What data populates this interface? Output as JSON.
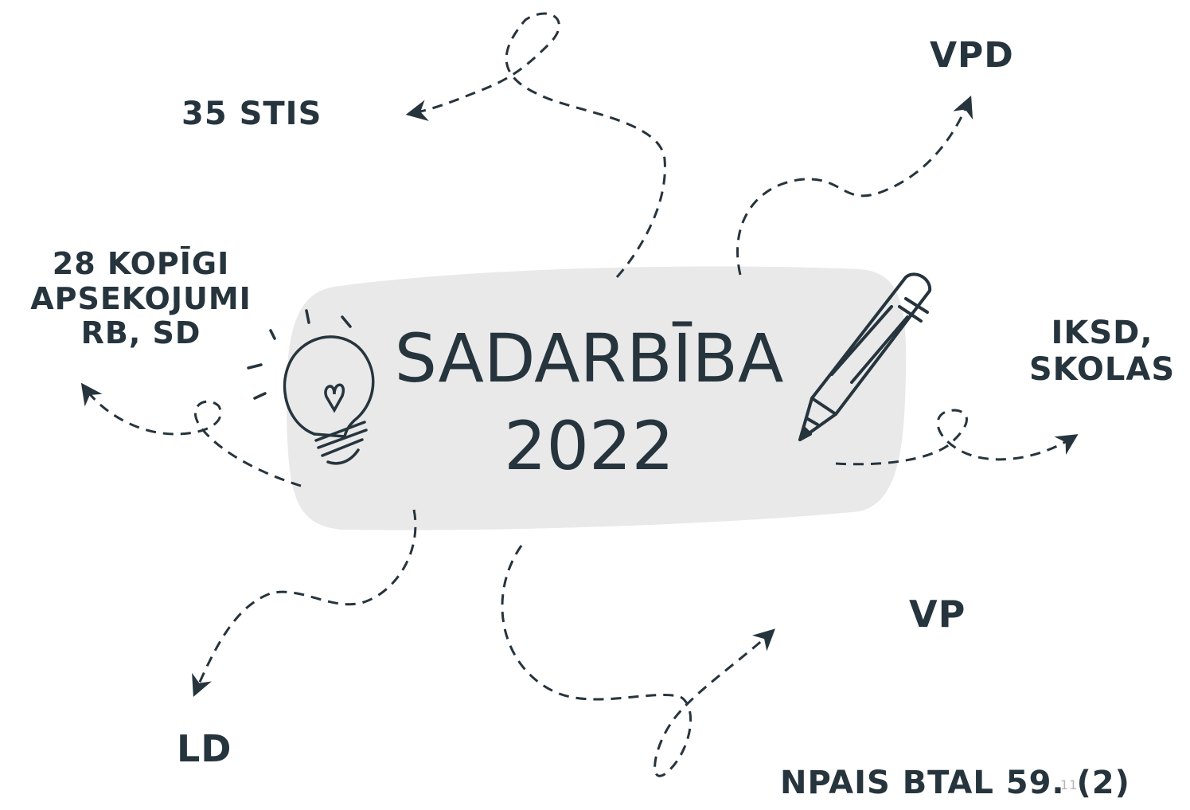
{
  "center": {
    "title_line1": "SADARBĪBA",
    "title_line2": "2022"
  },
  "nodes": {
    "stis": "35 STIS",
    "vpd": "VPD",
    "kopigi": [
      "28 KOPĪGI",
      "APSEKOJUMI",
      "RB, SD"
    ],
    "iksd": [
      "IKSD,",
      "SKOLAS"
    ],
    "vp": "VP",
    "ld": "LD",
    "npais": "NPAIS BTAL 59. (2)"
  },
  "page_number": "11",
  "colors": {
    "ink": "#26343d",
    "bubble": "#e9e9e9",
    "page_number": "#b5b5b5"
  },
  "icons": [
    "lightbulb-icon",
    "pencil-icon"
  ]
}
